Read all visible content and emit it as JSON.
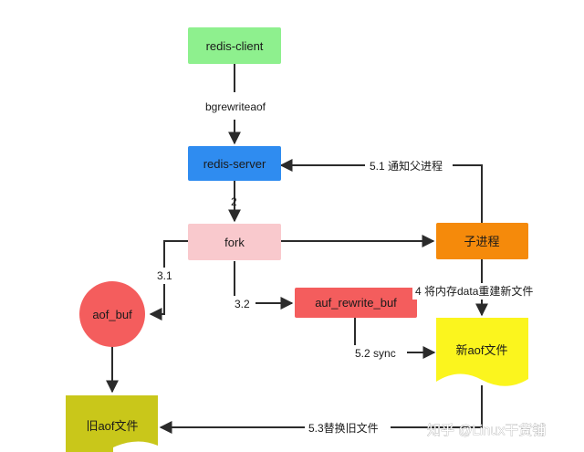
{
  "nodes": {
    "redis_client": "redis-client",
    "redis_server": "redis-server",
    "fork": "fork",
    "child_process": "子进程",
    "aof_buf": "aof_buf",
    "auf_rewrite_buf": "auf_rewrite_buf",
    "new_aof_file": "新aof文件",
    "old_aof_file": "旧aof文件"
  },
  "edges": {
    "bgrewriteaof": "bgrewriteaof",
    "step_2": "2",
    "step_3_1": "3.1",
    "step_3_2": "3.2",
    "step_4": "4 将内存data重建新文件",
    "step_5_1": "5.1 通知父进程",
    "step_5_2": "5.2 sync",
    "step_5_3": "5.3替换旧文件"
  },
  "watermark": "知乎 @Linux干货铺",
  "colors": {
    "redis_client": "#8ef08e",
    "redis_server": "#2f8cf0",
    "fork": "#f9c9cd",
    "child_process": "#f58a0b",
    "aof_buf": "#f45d5d",
    "auf_rewrite_buf": "#f45d5d",
    "new_aof_file": "#fbf51e",
    "old_aof_file": "#c9c71a",
    "arrow": "#2b2b2b"
  }
}
